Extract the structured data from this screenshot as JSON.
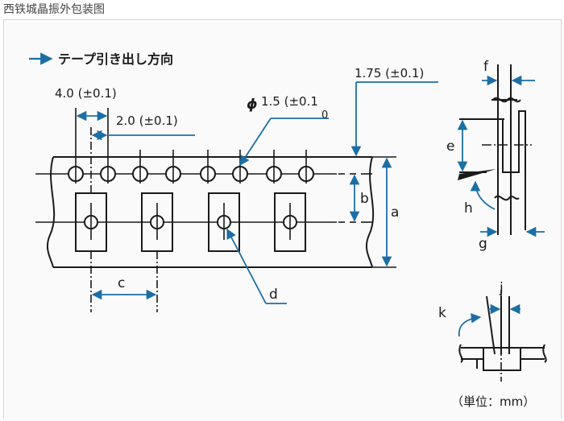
{
  "page": {
    "title": "西铁城晶振外包装图"
  },
  "diagram": {
    "direction_label": "テープ引き出し方向",
    "dimensions": {
      "sprocket_pitch": "4.0 (±0.1)",
      "hole_to_pocket": "2.0 (±0.1)",
      "hole_diameter_symbol": "ϕ",
      "hole_diameter_value": "1.5 (±0.1",
      "hole_diameter_lower": "0",
      "edge_to_hole": "1.75 (±0.1)"
    },
    "letters": {
      "a": "a",
      "b": "b",
      "c": "c",
      "d": "d",
      "e": "e",
      "f": "f",
      "g": "g",
      "h": "h",
      "j": "j",
      "k": "k"
    },
    "unit_label": "（単位：mm）",
    "colors": {
      "tape_line": "#1a1a1a",
      "dimension_blue": "#1c6ea4",
      "frame_border": "#d2d2d2"
    }
  }
}
